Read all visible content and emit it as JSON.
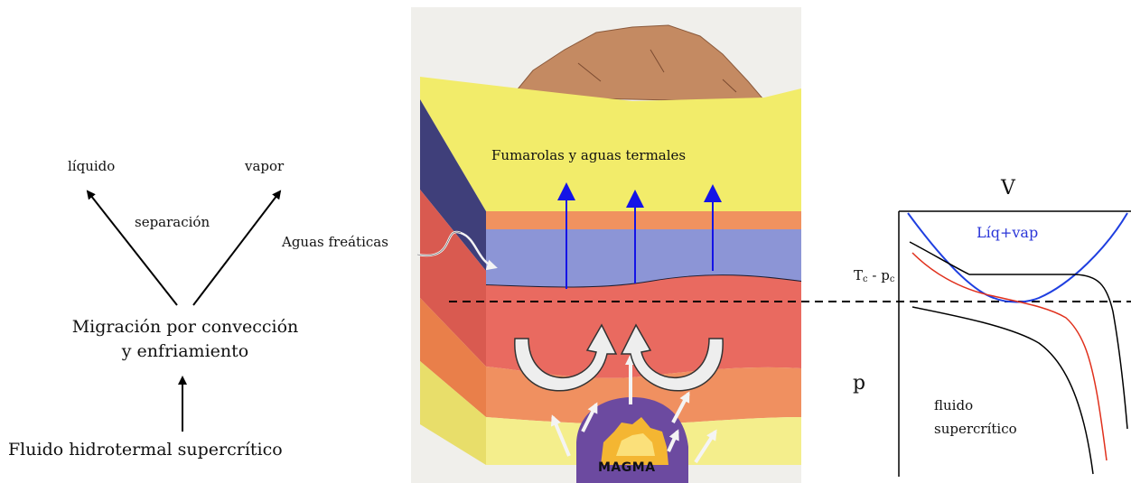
{
  "left_flow": {
    "liquid": "líquido",
    "vapor": "vapor",
    "separation": "separación",
    "migration_line1": "Migración por convección",
    "migration_line2": "y enfriamiento",
    "source": "Fluido hidrotermal supercrítico"
  },
  "block": {
    "fumaroles": "Fumarolas y aguas termales",
    "groundwater": "Aguas freáticas",
    "magma": "MAGMA"
  },
  "phase_diagram": {
    "v_axis": "V",
    "p_axis": "p",
    "liq_vap": "Líq+vap",
    "critical_T": "T",
    "critical_T_sub": "c",
    "critical_sep": " - p",
    "critical_p_sub": "c",
    "supercritical_line1": "fluido",
    "supercritical_line2": "supercrítico"
  },
  "colors": {
    "upward_arrow": "#1414e6",
    "phase_envelope": "#1f3fe0",
    "isotherm_hot": "#e0301c",
    "yellow_layer": "#f2ec6a",
    "blue_aquifer": "#8c95d6",
    "red_layer": "#e96a60",
    "orange_layer": "#f09060",
    "magma_purple": "#6c4aa0",
    "magma_core": "#f4b632"
  }
}
